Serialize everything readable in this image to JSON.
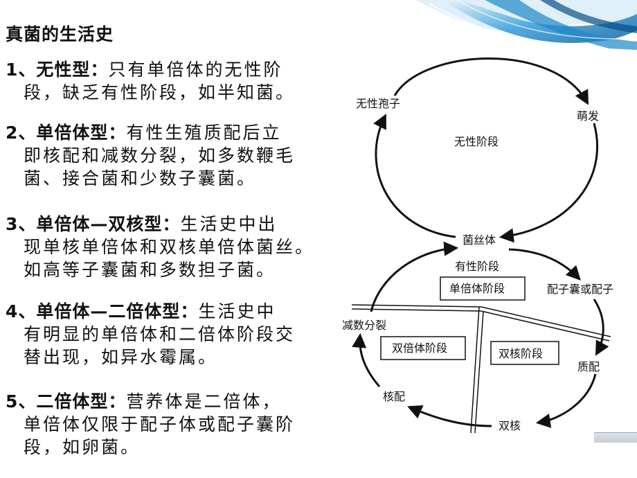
{
  "title": "真菌的生活史",
  "items": [
    {
      "num": "1、",
      "type": "无性型",
      "colon": "：",
      "lines": [
        "只有单倍体的无性阶",
        "段，缺乏有性阶段，如半知菌。"
      ]
    },
    {
      "num": "2、",
      "type": "单倍体型",
      "colon": "：",
      "lines": [
        "有性生殖质配后立",
        "即核配和减数分裂，如多数鞭毛",
        "菌、接合菌和少数子囊菌。"
      ]
    },
    {
      "num": "3、",
      "type": "单倍体—双核型",
      "colon": "：",
      "lines": [
        "生活史中出",
        "现单核单倍体和双核单倍体菌丝。",
        "如高等子囊菌和多数担子菌。"
      ]
    },
    {
      "num": "4、",
      "type": "单倍体—二倍体型",
      "colon": "：",
      "lines": [
        "生活史中",
        "有明显的单倍体和二倍体阶段交",
        "替出现，如异水霉属。"
      ]
    },
    {
      "num": "5、",
      "type": "二倍体型",
      "colon": "：",
      "lines": [
        "营养体是二倍体，",
        "单倍体仅限于配子体或配子囊阶",
        "段，如卵菌。"
      ]
    }
  ],
  "diagram": {
    "asexual_spore": "无性孢子",
    "germination": "萌发",
    "asexual_stage": "无性阶段",
    "mycelium": "菌丝体",
    "sexual_stage": "有性阶段",
    "haploid_stage": "单倍体阶段",
    "gametangium": "配子囊或配子",
    "meiosis": "减数分裂",
    "diploid_stage": "双倍体阶段",
    "dikaryon_stage": "双核阶段",
    "plasmogamy": "质配",
    "karyogamy": "核配",
    "dikaryon": "双核"
  },
  "colors": {
    "text": "#111111",
    "swirl": "#1e88c8"
  }
}
